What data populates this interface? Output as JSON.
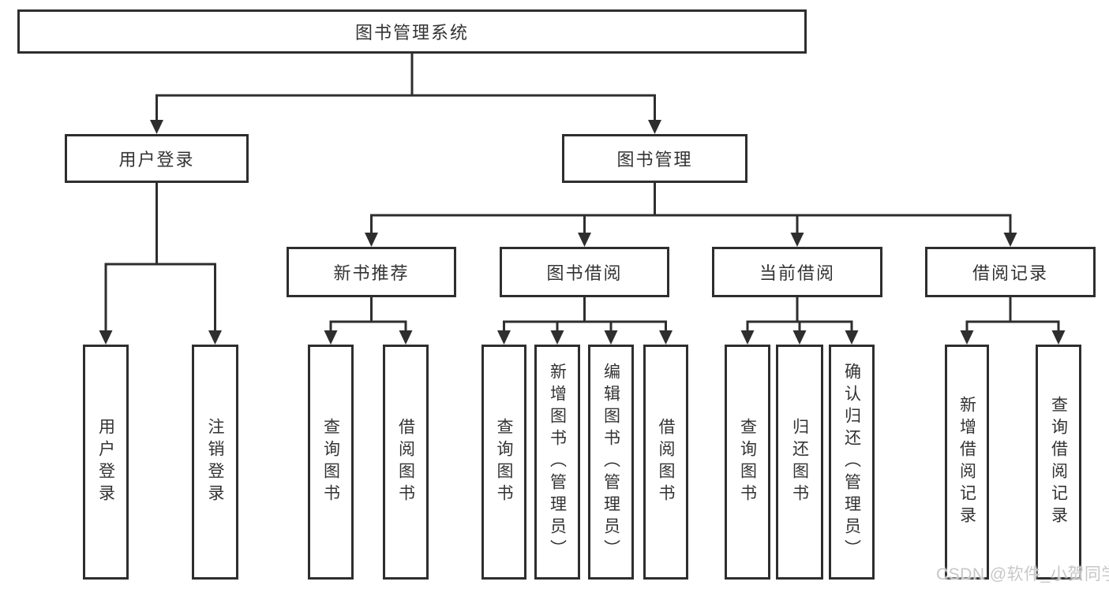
{
  "diagram": {
    "root": {
      "label": "图书管理系统"
    },
    "branches": [
      {
        "label": "用户登录",
        "children": [
          {
            "label": "用户登录"
          },
          {
            "label": "注销登录"
          }
        ]
      },
      {
        "label": "图书管理",
        "children": [
          {
            "label": "新书推荐",
            "children": [
              {
                "label": "查询图书"
              },
              {
                "label": "借阅图书"
              }
            ]
          },
          {
            "label": "图书借阅",
            "children": [
              {
                "label": "查询图书"
              },
              {
                "label": "新增图书（管理员）"
              },
              {
                "label": "编辑图书（管理员）"
              },
              {
                "label": "借阅图书"
              }
            ]
          },
          {
            "label": "当前借阅",
            "children": [
              {
                "label": "查询图书"
              },
              {
                "label": "归还图书"
              },
              {
                "label": "确认归还（管理员）"
              }
            ]
          },
          {
            "label": "借阅记录",
            "children": [
              {
                "label": "新增借阅记录"
              },
              {
                "label": "查询借阅记录"
              }
            ]
          }
        ]
      }
    ]
  },
  "watermark": {
    "text": "CSDN @软件_小贺同学"
  },
  "colors": {
    "line": "#2e2e2e",
    "box_border": "#2e2e2e",
    "text": "#333333",
    "background": "#ffffff",
    "watermark": "#c7c7c7"
  }
}
